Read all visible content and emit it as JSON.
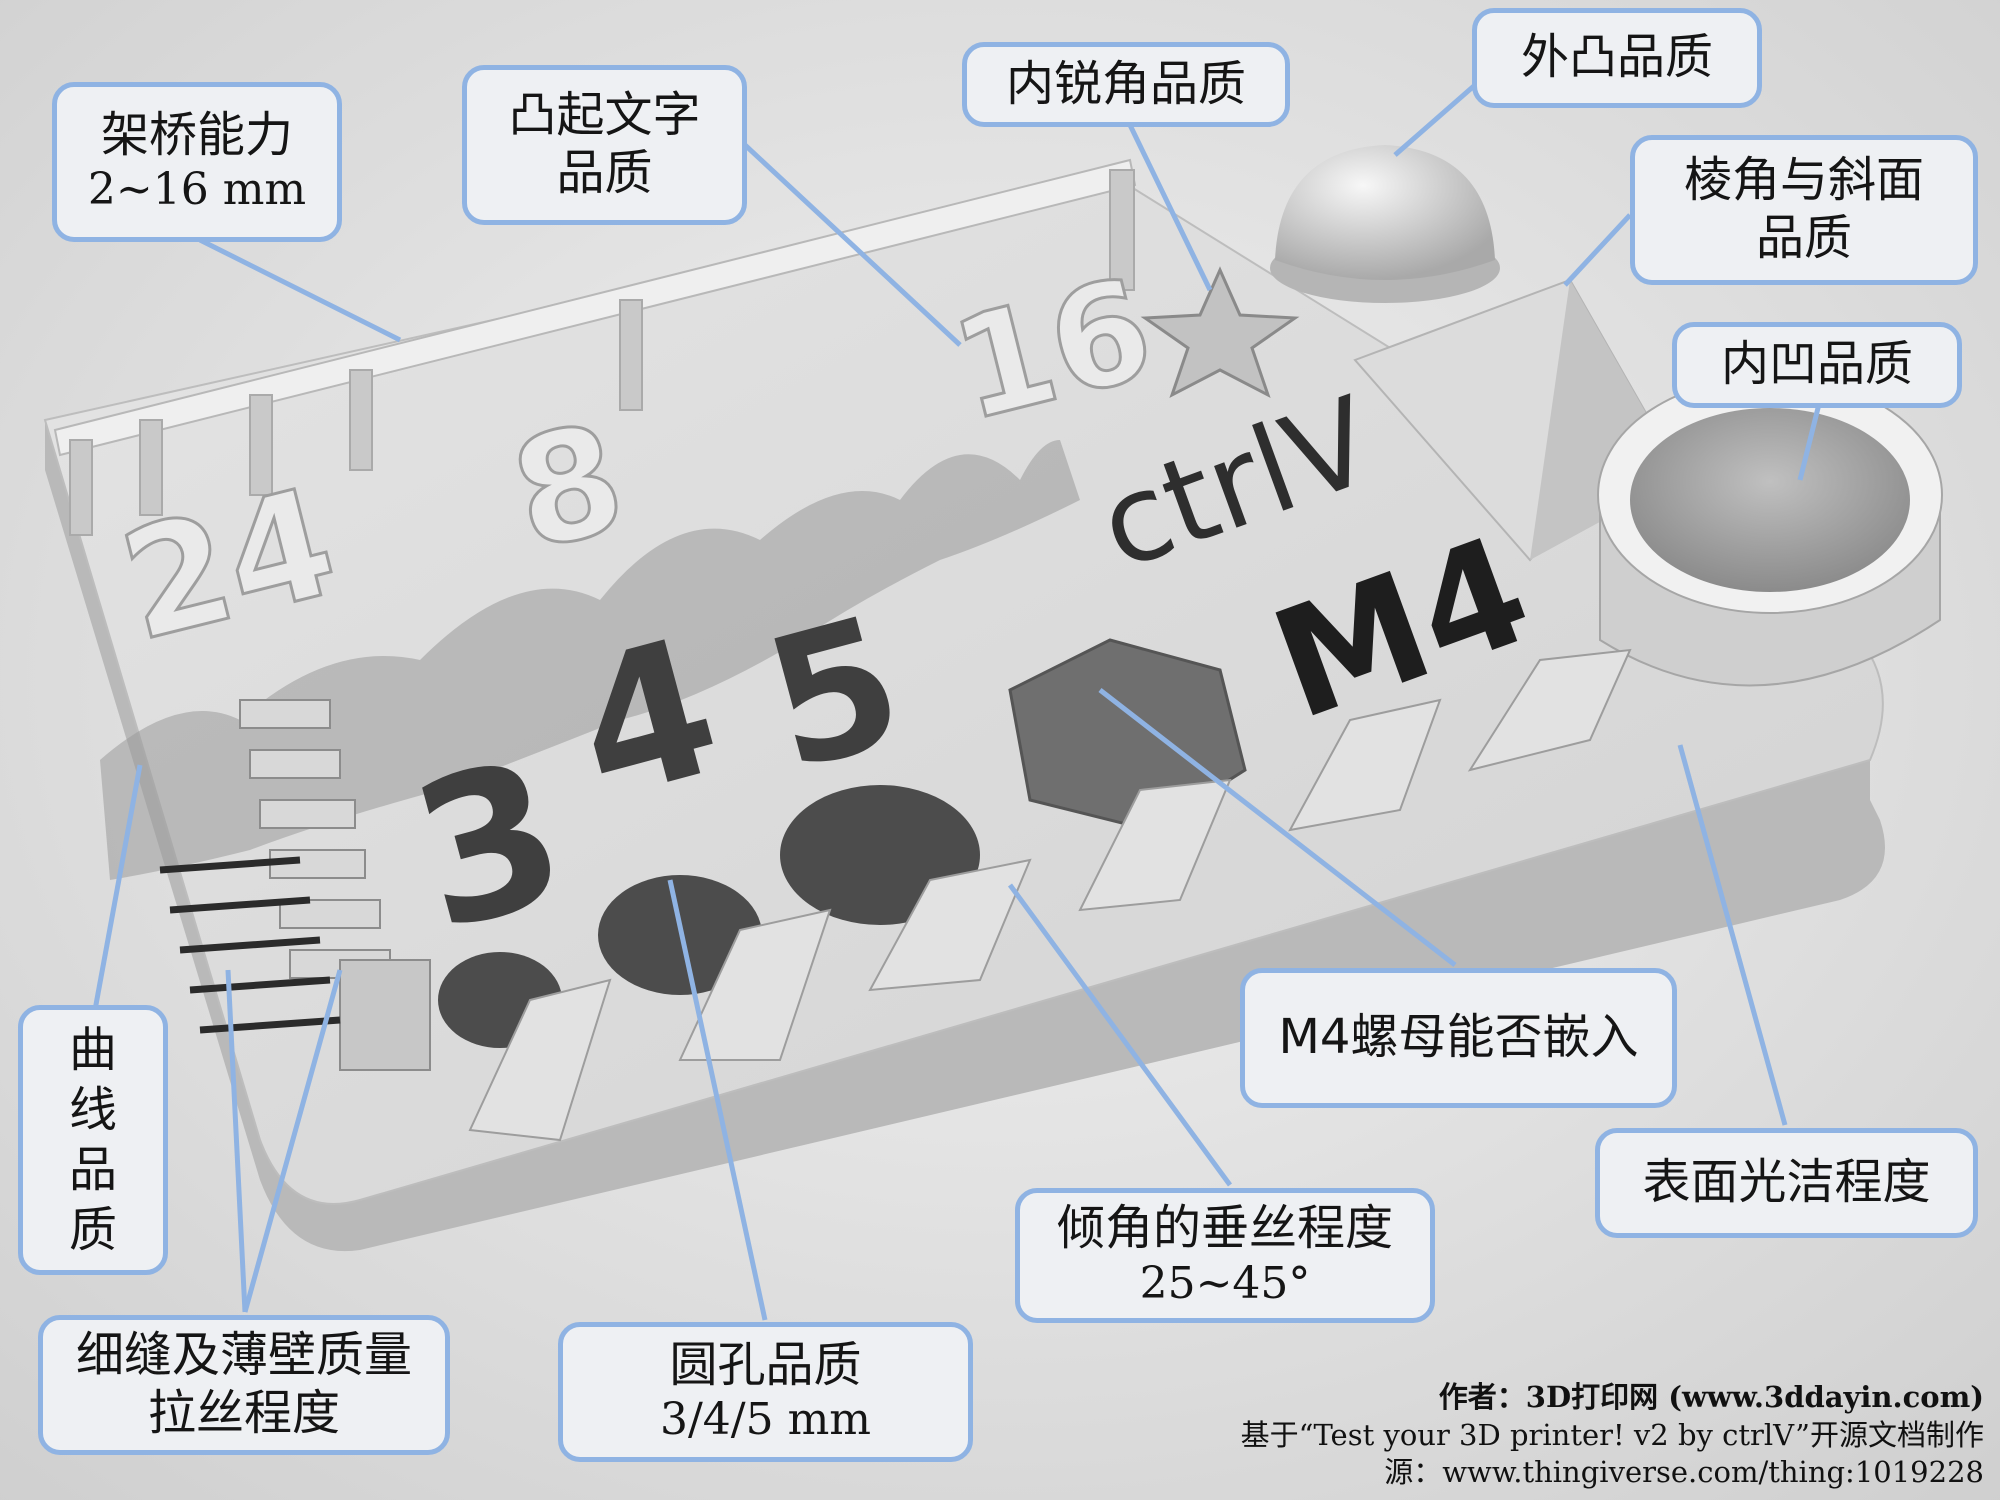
{
  "callouts": {
    "bridging": {
      "line1": "架桥能力",
      "line2": "2~16 mm"
    },
    "raised_text": {
      "line1": "凸起文字",
      "line2": "品质"
    },
    "sharp_corner": {
      "line1": "内锐角品质"
    },
    "convex": {
      "line1": "外凸品质"
    },
    "edges": {
      "line1": "棱角与斜面",
      "line2": "品质"
    },
    "concave": {
      "line1": "内凹品质"
    },
    "curve": {
      "line1": "曲线品质"
    },
    "nut": {
      "line1": "M4螺母能否嵌入"
    },
    "surface": {
      "line1": "表面光洁程度"
    },
    "overhang": {
      "line1": "倾角的垂丝程度",
      "line2": "25~45°"
    },
    "thin_wall": {
      "line1": "细缝及薄壁质量",
      "line2": "拉丝程度"
    },
    "holes": {
      "line1": "圆孔品质",
      "line2": "3/4/5 mm"
    }
  },
  "model_text": {
    "bridge_24": "24",
    "bridge_8": "8",
    "bridge_16": "16",
    "brand": "ctrlV",
    "nut_label": "M4",
    "digit_3": "3",
    "digit_4": "4",
    "digit_5": "5"
  },
  "credits": {
    "author": "作者：3D打印网 (www.3ddayin.com)",
    "based_on": "基于“Test your 3D printer! v2 by ctrlV”开源文档制作",
    "source": "源：www.thingiverse.com/thing:1019228"
  },
  "colors": {
    "callout_border": "#8fb3e3",
    "callout_fill": "#eef0f3",
    "model": "#d6d6d6"
  }
}
